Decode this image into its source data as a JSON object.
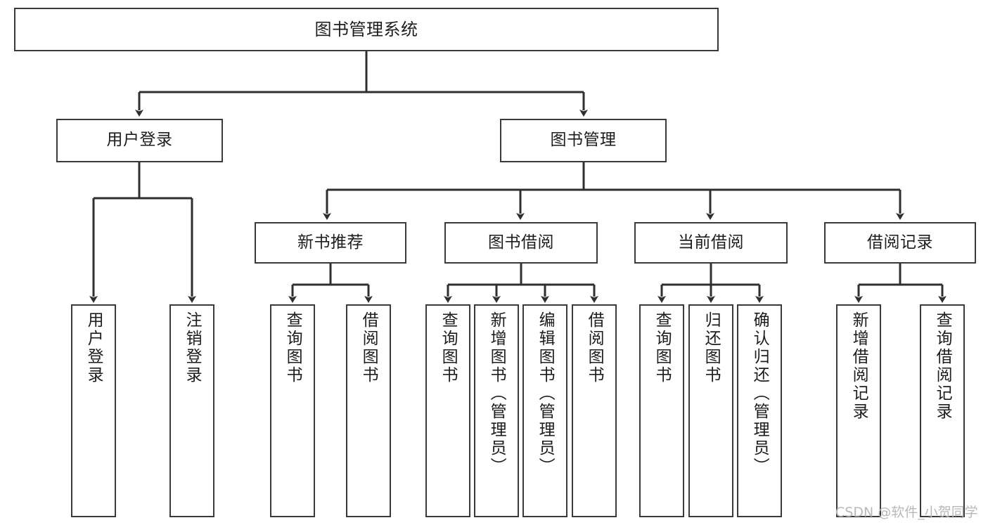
{
  "diagram": {
    "type": "tree",
    "title": "图书管理系统",
    "orientation": "top-down",
    "colors": {
      "node_border": "#3a3a3a",
      "node_fill": "#ffffff",
      "connector": "#2f2f2f",
      "text": "#1d1d1d",
      "watermark": "#b9b9b9",
      "background": "#ffffff"
    }
  },
  "nodes": {
    "root": {
      "label": "图书管理系统"
    },
    "level2": [
      {
        "id": "user-login",
        "label": "用户登录"
      },
      {
        "id": "book-manage",
        "label": "图书管理"
      }
    ],
    "level3": [
      {
        "id": "new-book-recommend",
        "label": "新书推荐"
      },
      {
        "id": "book-borrow",
        "label": "图书借阅"
      },
      {
        "id": "current-borrow",
        "label": "当前借阅"
      },
      {
        "id": "borrow-record",
        "label": "借阅记录"
      }
    ],
    "leaves": {
      "user-login": [
        {
          "id": "leaf-user-login",
          "label": "用户登录"
        },
        {
          "id": "leaf-logout",
          "label": "注销登录"
        }
      ],
      "new-book-recommend": [
        {
          "id": "leaf-query-book-1",
          "label": "查询图书"
        },
        {
          "id": "leaf-borrow-book-1",
          "label": "借阅图书"
        }
      ],
      "book-borrow": [
        {
          "id": "leaf-query-book-2",
          "label": "查询图书"
        },
        {
          "id": "leaf-add-book",
          "label": "新增图书（管理员）"
        },
        {
          "id": "leaf-edit-book",
          "label": "编辑图书（管理员）"
        },
        {
          "id": "leaf-borrow-book-2",
          "label": "借阅图书"
        }
      ],
      "current-borrow": [
        {
          "id": "leaf-query-book-3",
          "label": "查询图书"
        },
        {
          "id": "leaf-return-book",
          "label": "归还图书"
        },
        {
          "id": "leaf-confirm-return",
          "label": "确认归还（管理员）"
        }
      ],
      "borrow-record": [
        {
          "id": "leaf-add-record",
          "label": "新增借阅记录"
        },
        {
          "id": "leaf-query-record",
          "label": "查询借阅记录"
        }
      ]
    }
  },
  "watermark": {
    "text": "CSDN @软件_小贺同学"
  }
}
